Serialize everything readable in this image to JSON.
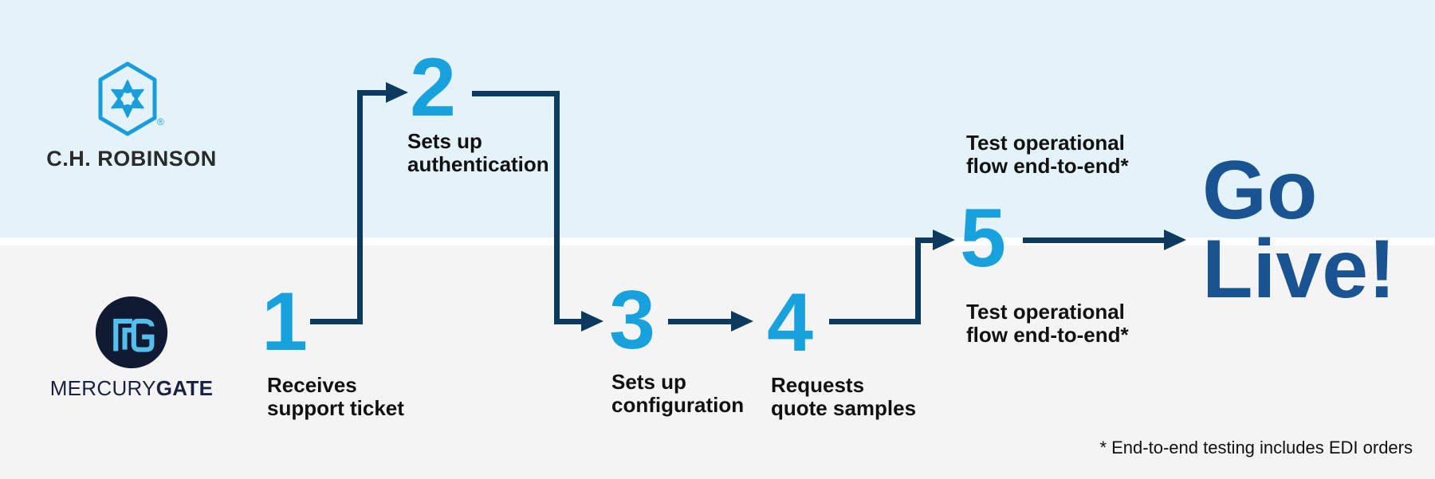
{
  "colors": {
    "top_band_blue": "#E4F2FA",
    "bottom_band_gray": "#F4F4F4",
    "step_number_blue": "#17A1DD",
    "arrow_navy": "#0C3A5E",
    "go_live_blue": "#1A5391",
    "chr_logo_blue": "#1A9DDB",
    "mg_circle_navy": "#101A33",
    "mg_monogram_blue": "#55BEEB",
    "mg_text_navy": "#1B2142"
  },
  "companies": {
    "top": {
      "wordmark": "C.H. ROBINSON",
      "registered_mark": "®"
    },
    "bottom": {
      "wordmark_regular": "MERCURY",
      "wordmark_bold": "GATE"
    }
  },
  "steps": {
    "s1": {
      "number": "1",
      "label": "Receives\nsupport ticket"
    },
    "s2": {
      "number": "2",
      "label": "Sets up\nauthentication"
    },
    "s3": {
      "number": "3",
      "label": "Sets up\nconfiguration"
    },
    "s4": {
      "number": "4",
      "label": "Requests\nquote samples"
    },
    "s5": {
      "number": "5",
      "label_top": "Test operational\nflow end-to-end*",
      "label_bottom": "Test operational\nflow end-to-end*"
    }
  },
  "go_live": {
    "label": "Go\nLive!"
  },
  "footnote": {
    "text": "* End-to-end testing includes EDI orders"
  }
}
